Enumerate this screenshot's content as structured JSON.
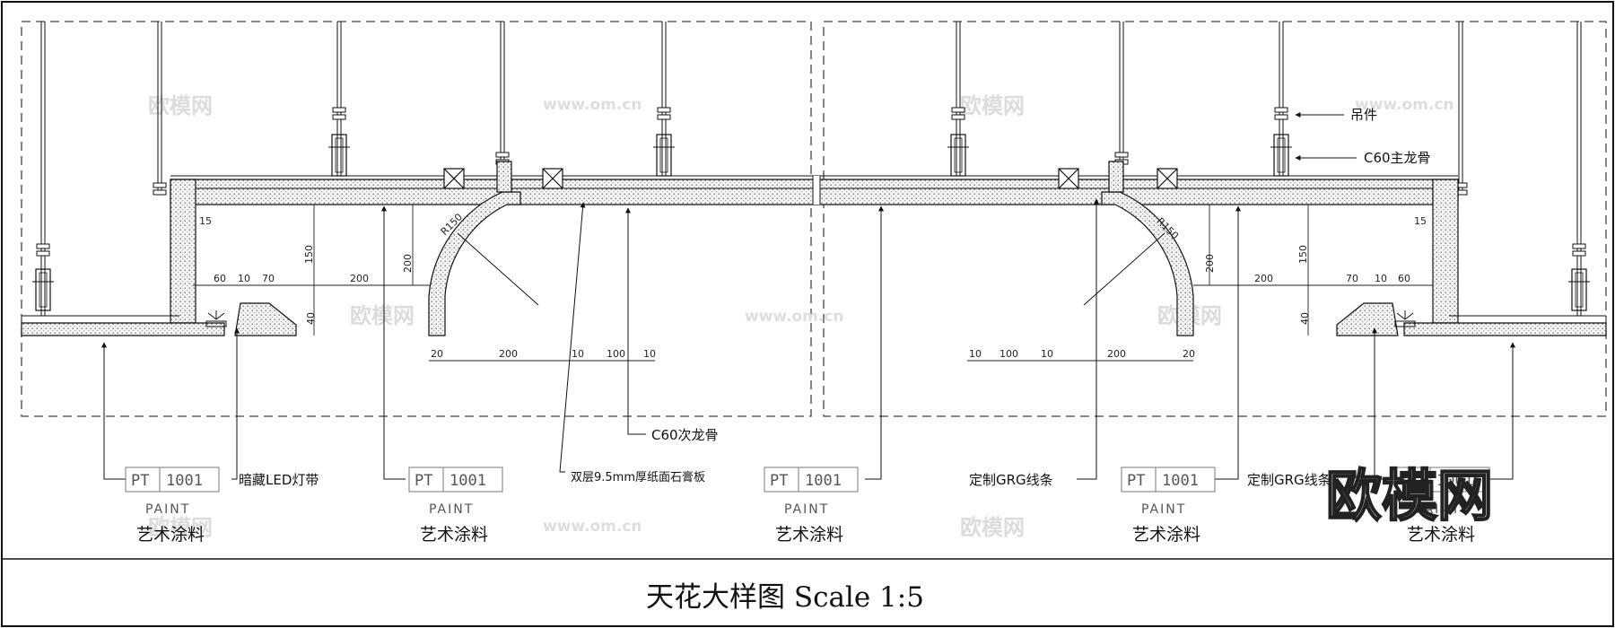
{
  "title": "天花大样图 Scale 1:5",
  "tags": [
    {
      "code": "PT",
      "num": "1001",
      "sub": "PAINT",
      "cn": "艺术涂料"
    },
    {
      "code": "PT",
      "num": "1001",
      "sub": "PAINT",
      "cn": "艺术涂料"
    },
    {
      "code": "PT",
      "num": "1001",
      "sub": "PAINT",
      "cn": "艺术涂料"
    },
    {
      "code": "PT",
      "num": "1001",
      "sub": "PAINT",
      "cn": "艺术涂料"
    },
    {
      "code": "PT",
      "num": "1001",
      "sub": "PAINT",
      "cn": "艺术涂料"
    }
  ],
  "callouts": {
    "hanger": "吊件",
    "main_keel": "C60主龙骨",
    "sub_keel": "C60次龙骨",
    "led": "暗藏LED灯带",
    "gypsum": "双层9.5mm厚纸面石膏板",
    "grg_left": "定制GRG线条",
    "grg_right": "定制GRG线条"
  },
  "dims": {
    "d15": "15",
    "d150": "150",
    "d60": "60",
    "d10": "10",
    "d70": "70",
    "d200": "200",
    "d40": "40",
    "d20": "20",
    "d100": "100",
    "r150": "R150"
  },
  "watermark": {
    "brand": "欧模网",
    "url": "www.om.cn"
  }
}
